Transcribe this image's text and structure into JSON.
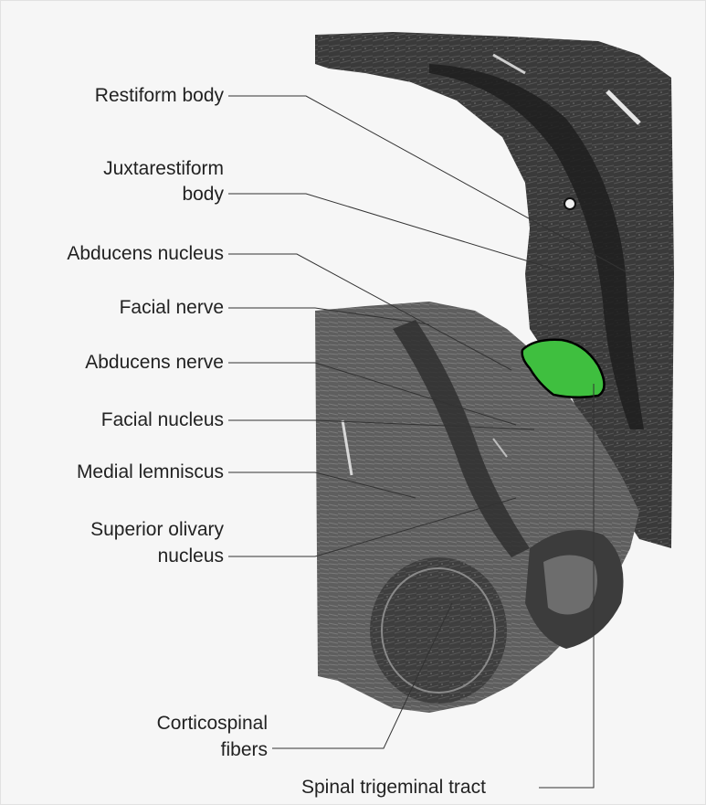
{
  "figure": {
    "highlight_color": "#3fbf3f",
    "highlight_outline": "#000000",
    "labels": {
      "restiform_body": "Restiform body",
      "juxtarestiform_line1": "Juxtarestiform",
      "juxtarestiform_line2": "body",
      "abducens_nucleus": "Abducens nucleus",
      "facial_nerve": "Facial nerve",
      "abducens_nerve": "Abducens nerve",
      "facial_nucleus": "Facial nucleus",
      "medial_lemniscus": "Medial lemniscus",
      "superior_olivary_line1": "Superior olivary",
      "superior_olivary_line2": "nucleus",
      "corticospinal_line1": "Corticospinal",
      "corticospinal_line2": "fibers",
      "spinal_trigeminal_tract": "Spinal  trigeminal tract"
    }
  }
}
